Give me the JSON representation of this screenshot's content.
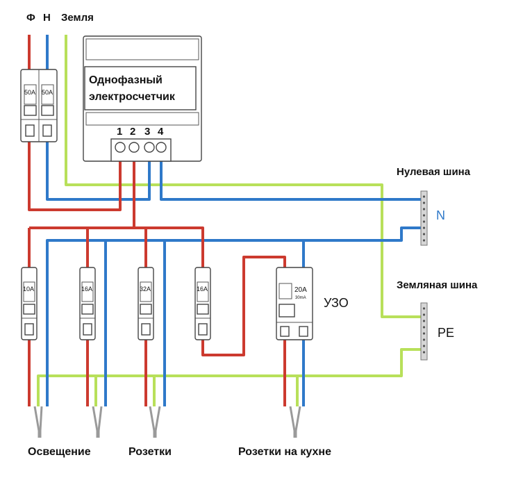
{
  "inputs": {
    "phase": "Ф",
    "neutral": "Н",
    "earth": "Земля"
  },
  "meter": {
    "title_line1": "Однофазный",
    "title_line2": "электросчетчик",
    "terminals": [
      "1",
      "2",
      "3",
      "4"
    ]
  },
  "main_breaker": {
    "ratings": [
      "50A",
      "50A"
    ]
  },
  "breakers": [
    {
      "rating": "10A"
    },
    {
      "rating": "16A"
    },
    {
      "rating": "32A"
    },
    {
      "rating": "16A"
    }
  ],
  "rcd": {
    "label": "УЗО",
    "rating": "20A",
    "sensitivity": "30mA"
  },
  "buses": {
    "neutral_title": "Нулевая шина",
    "neutral_mark": "N",
    "earth_title": "Земляная шина",
    "earth_mark": "PE"
  },
  "loads": {
    "lighting": "Освещение",
    "sockets": "Розетки",
    "kitchen_sockets": "Розетки на кухне"
  },
  "colors": {
    "phase_wire": "#cc3a2f",
    "neutral_wire": "#2f79c9",
    "earth_wire": "#b8e05a",
    "bus_label": "#2f79c9"
  }
}
